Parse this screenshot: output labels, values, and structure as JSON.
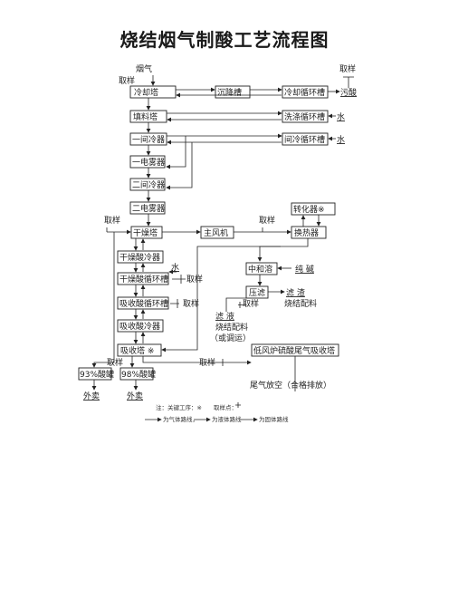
{
  "title": "烧结烟气制酸工艺流程图",
  "units": {
    "cooling_tower": "冷却塔",
    "settling_tank": "沉降槽",
    "cooling_circ_tank": "冷却循环槽",
    "waste_acid": "污酸",
    "packed_tower": "填料塔",
    "wash_circ_tank": "洗涤循环槽",
    "cooler1": "一间冷器",
    "cooler1_circ_tank": "间冷循环槽",
    "mist1": "一电雾器",
    "cooler2": "二间冷器",
    "mist2": "二电雾器",
    "converter": "转化器※",
    "drying_tower": "干燥塔",
    "main_fan": "主风机",
    "heat_exchanger": "换热器",
    "drying_acid_cooler": "干燥酸冷器",
    "drying_acid_circ_tank": "干燥酸循环槽",
    "neutral_tank": "中和溶",
    "pressure_filter": "压滤",
    "absorb_acid_circ_tank": "吸收酸循环槽",
    "absorb_acid_cooler": "吸收酸冷器",
    "absorb_tower": "吸收塔 ※",
    "tail_gas_tower": "低风炉硫酸尾气吸收塔",
    "acid93": "93%酸罐",
    "acid98": "98%酸罐"
  },
  "labels": {
    "flue_gas": "烟气",
    "sample": "取样",
    "water": "水",
    "caustic": "纯 碱",
    "filter_residue": "滤 渣",
    "sinter_ingredient": "烧结配料",
    "filtrate": "滤 液",
    "sinter_ingredient2": "烧结配料",
    "or_adjust": "（或调运）",
    "sell_out": "外卖",
    "tail_gas_vent": "尾气放空（合格排放）"
  },
  "notes": {
    "note_text": "注：关键工序：※",
    "sample_point": "取样点：",
    "gas_line": "为气体路线，",
    "liquid_line": "为液体路线",
    "solid_line": "为固体路线"
  }
}
